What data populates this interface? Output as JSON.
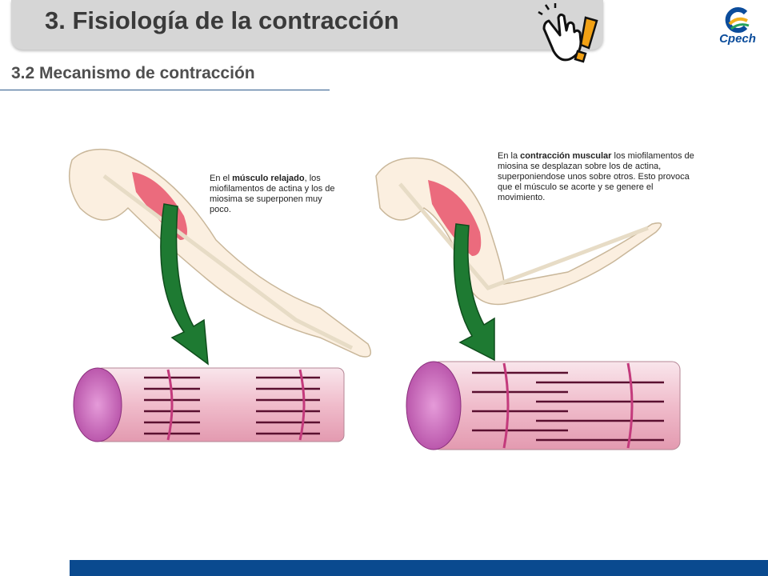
{
  "header": {
    "title": "3. Fisiología de la contracción",
    "logo_text": "Cpech"
  },
  "subtitle": "3.2 Mecanismo de contracción",
  "captions": {
    "relaxed": {
      "prefix": "En el ",
      "bold": "músculo relajado",
      "rest": ", los miofilamentos de actina y los de miosima se superponen muy poco."
    },
    "contracted": {
      "prefix": "En la ",
      "bold": "contracción muscular",
      "rest": " los miofilamentos de miosina se desplazan sobre los de actina, superponiendose unos sobre otros. Esto provoca que el músculo se acorte y se genere el movimiento."
    }
  },
  "colors": {
    "title_bar": "#d6d6d6",
    "footer_bar": "#0a4a8f",
    "arrow_green": "#1e7a32",
    "muscle_red": "#e8536b",
    "fiber_pink": "#f2c6d2",
    "fiber_end": "#c25ab4"
  },
  "icons": {
    "hand": "pointing-hand-exclamation-icon",
    "logo": "cpech-logo"
  }
}
